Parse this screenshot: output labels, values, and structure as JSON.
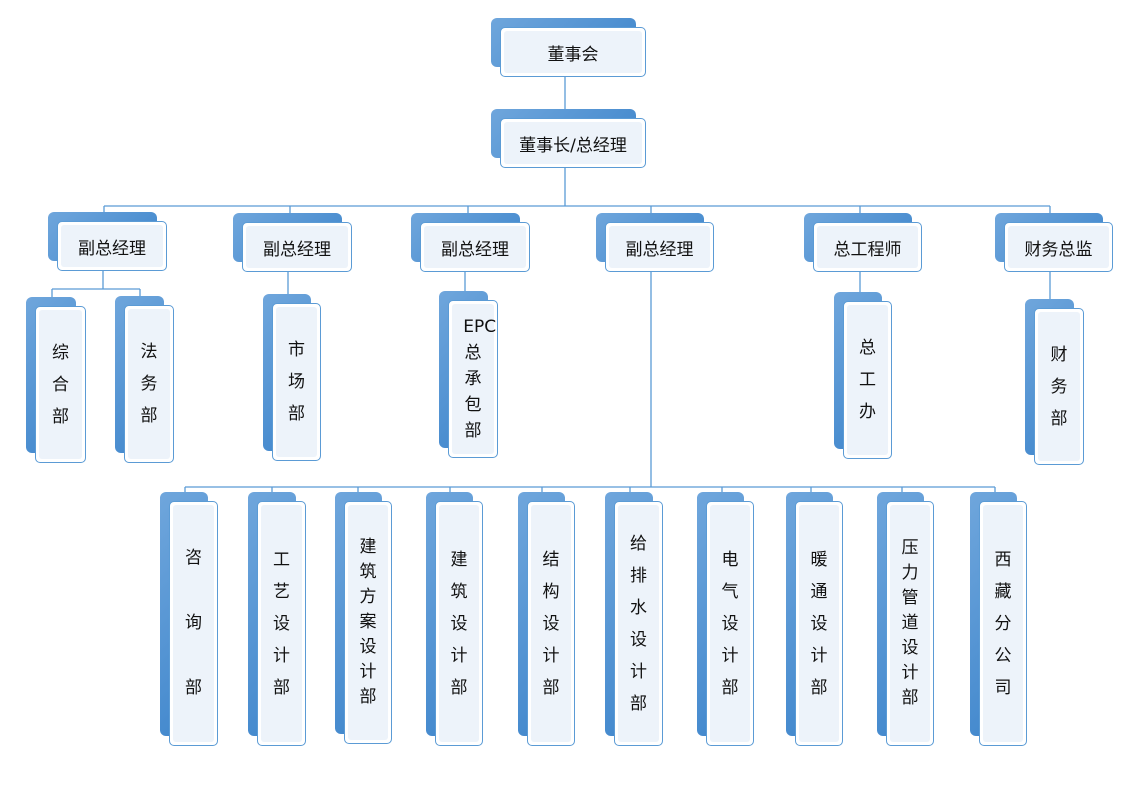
{
  "colors": {
    "line": "#5b9bd5",
    "back": "#4a8fd2",
    "front_fill": "#edf3fa"
  },
  "nodes": {
    "board": "董事会",
    "chairman": "董事长/总经理",
    "vp1": "副总经理",
    "vp2": "副总经理",
    "vp3": "副总经理",
    "vp4": "副总经理",
    "chief_engineer": "总工程师",
    "cfo": "财务总监",
    "general_dept": "综合部",
    "legal_dept": "法务部",
    "market_dept": "市场部",
    "epc_dept": "EPC总承包部",
    "chief_eng_office": "总工办",
    "finance_dept": "财务部",
    "consult_dept": "咨询部",
    "process_design": "工艺设计部",
    "arch_scheme": "建筑方案设计部",
    "arch_design": "建筑设计部",
    "struct_design": "结构设计部",
    "plumbing_design": "给排水设计部",
    "elec_design": "电气设计部",
    "hvac_design": "暖通设计部",
    "pipe_design": "压力管道设计部",
    "tibet_branch": "西藏分公司"
  }
}
